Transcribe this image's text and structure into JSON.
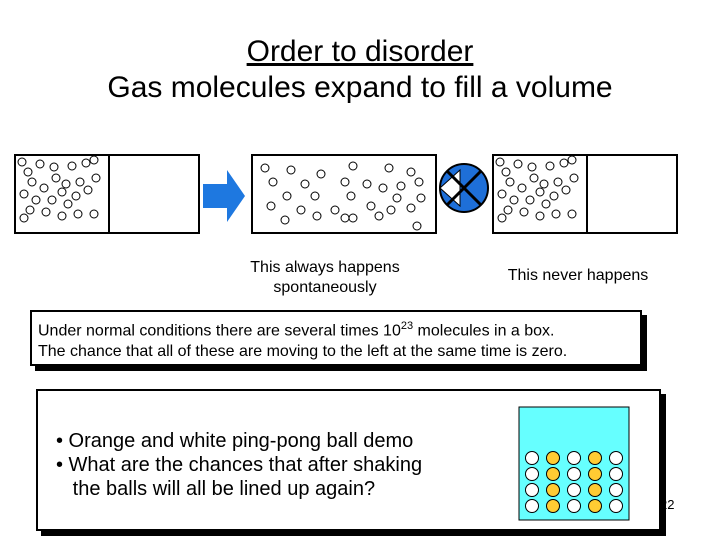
{
  "slide": {
    "title_line1": "Order to disorder",
    "title_line2": "Gas molecules expand to fill a volume",
    "caption_always": [
      "This always happens",
      "spontaneously"
    ],
    "caption_never": "This never happens",
    "note_line1_before": "Under normal conditions there are several times 10",
    "note_exponent": "23",
    "note_line1_after": " molecules in a box.",
    "note_line2": "The chance that all of these are moving to the left at the same time is zero.",
    "bullets": [
      "• Orange and white ping-pong ball demo",
      "• What are the chances that after shaking",
      "   the balls will all be lined up again?"
    ],
    "page_number": "22"
  },
  "colors": {
    "arrow": "#1e78e0",
    "prohibit_circle": "#1e6fd8",
    "container_fill": "#66ffff",
    "orange_ball": "#ffcc33",
    "white_ball": "#ffffff"
  },
  "icons": [
    "right-arrow-icon",
    "prohibited-icon"
  ]
}
